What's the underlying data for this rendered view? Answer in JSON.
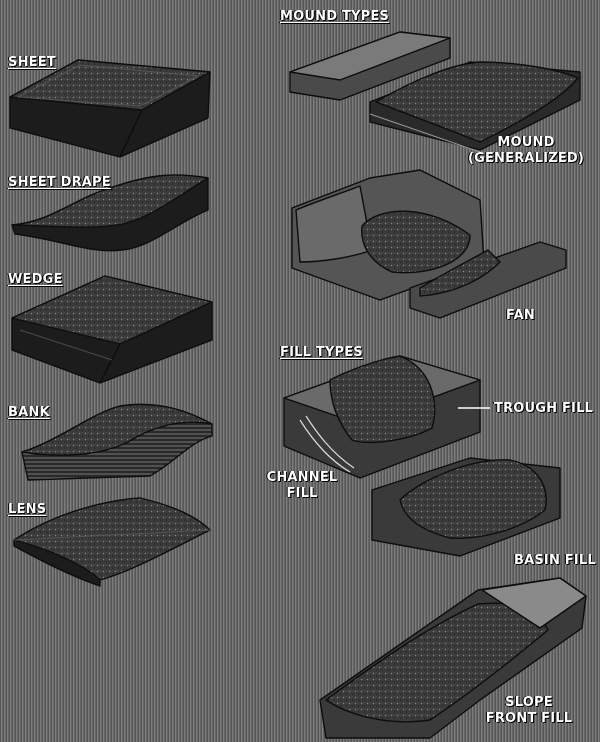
{
  "labels": {
    "sheet": "SHEET",
    "sheet_drape": "SHEET DRAPE",
    "wedge": "WEDGE",
    "bank": "BANK",
    "lens": "LENS",
    "mound_types": "MOUND TYPES",
    "mound_1": "MOUND",
    "mound_2": "(GENERALIZED)",
    "fan": "FAN",
    "fill_types": "FILL TYPES",
    "trough_fill": "TROUGH FILL",
    "channel_1": "CHANNEL",
    "channel_2": "FILL",
    "basin_fill": "BASIN FILL",
    "slope_1": "SLOPE",
    "slope_2": "FRONT FILL"
  },
  "colors": {
    "background": "#6b6b6b",
    "block_fill": "#1e1e1e",
    "speckle_fill": "#3c3c3c",
    "outline": "#0d0d0d",
    "label_text": "#ffffff"
  }
}
